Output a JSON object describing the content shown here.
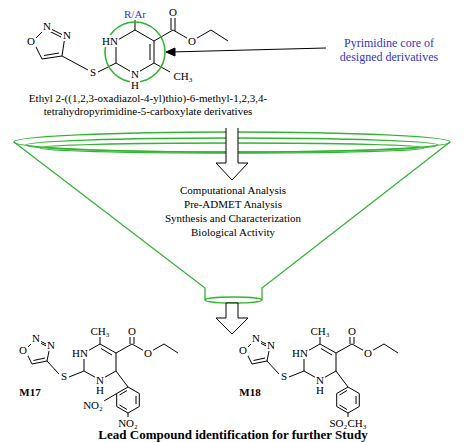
{
  "diagram": {
    "caption": "Lead Compound identification for further Study",
    "nodes": [
      {
        "text": [
          "Computational Analysis",
          "Pre-ADMET Analysis",
          "Synthesis and Characterization",
          "Biological Activity"
        ]
      }
    ],
    "labels": [
      "R/Ar",
      "O",
      "O",
      "HN",
      "N",
      "H",
      "CH₃",
      "S",
      "N",
      "N",
      "O",
      "Pyrimidine core of designed derivatives",
      "Ethyl 2-((1,2,3-oxadiazol-4-yl)thio)-6-methyl-1,2,3,4-tetrahydropyrimidine-5-carboxylate derivatives",
      "CH₃",
      "O",
      "O",
      "HN",
      "N",
      "H",
      "S",
      "N",
      "N",
      "O",
      "NO₂",
      "NO₂",
      "M17",
      "CH₃",
      "O",
      "O",
      "HN",
      "N",
      "H",
      "S",
      "N",
      "N",
      "O",
      "SO₂CH₃",
      "M18"
    ]
  }
}
